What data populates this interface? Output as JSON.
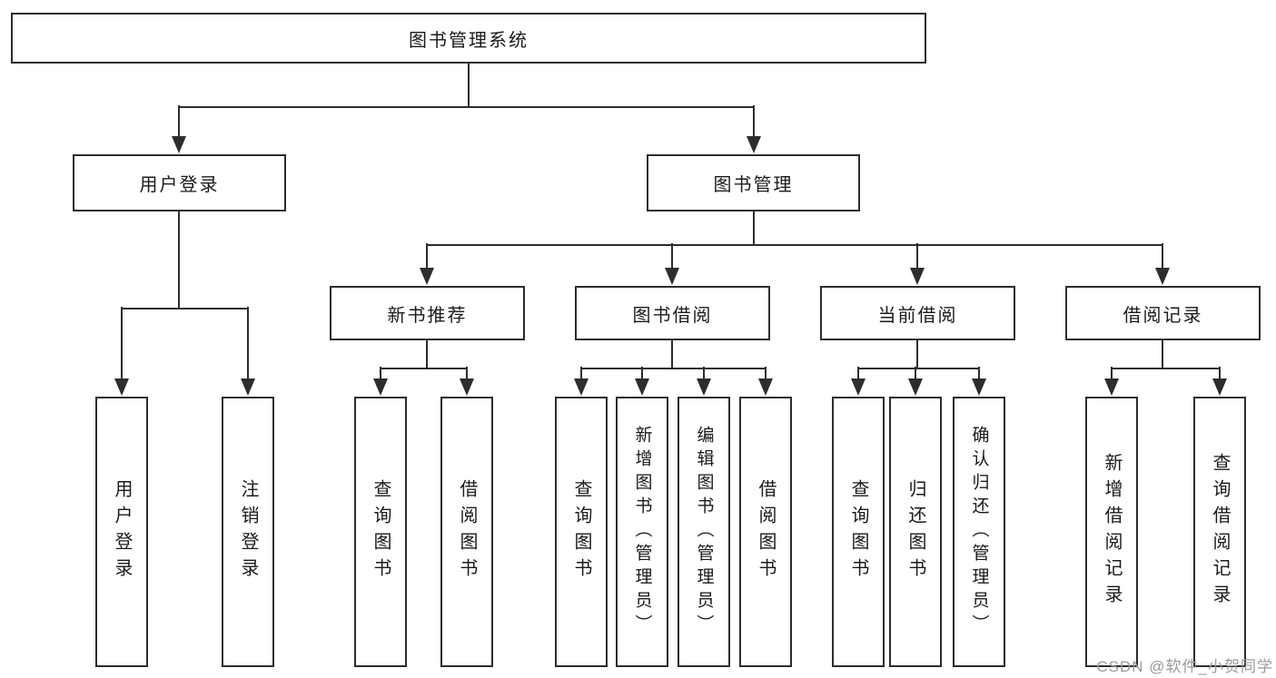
{
  "tree": {
    "label": "图书管理系统",
    "children": [
      {
        "label": "用户登录",
        "children": [
          {
            "label": "用户登录"
          },
          {
            "label": "注销登录"
          }
        ]
      },
      {
        "label": "图书管理",
        "children": [
          {
            "label": "新书推荐",
            "children": [
              {
                "label": "查询图书"
              },
              {
                "label": "借阅图书"
              }
            ]
          },
          {
            "label": "图书借阅",
            "children": [
              {
                "label": "查询图书"
              },
              {
                "label": "新增图书（管理员）"
              },
              {
                "label": "编辑图书（管理员）"
              },
              {
                "label": "借阅图书"
              }
            ]
          },
          {
            "label": "当前借阅",
            "children": [
              {
                "label": "查询图书"
              },
              {
                "label": "归还图书"
              },
              {
                "label": "确认归还（管理员）"
              }
            ]
          },
          {
            "label": "借阅记录",
            "children": [
              {
                "label": "新增借阅记录"
              },
              {
                "label": "查询借阅记录"
              }
            ]
          }
        ]
      }
    ]
  },
  "watermark": {
    "text": "CSDN @软件_小贺同学"
  },
  "colors": {
    "line": "#2d2d2d",
    "text": "#1a1a1a",
    "watermark": "#9b9b9f",
    "background": "#ffffff"
  }
}
